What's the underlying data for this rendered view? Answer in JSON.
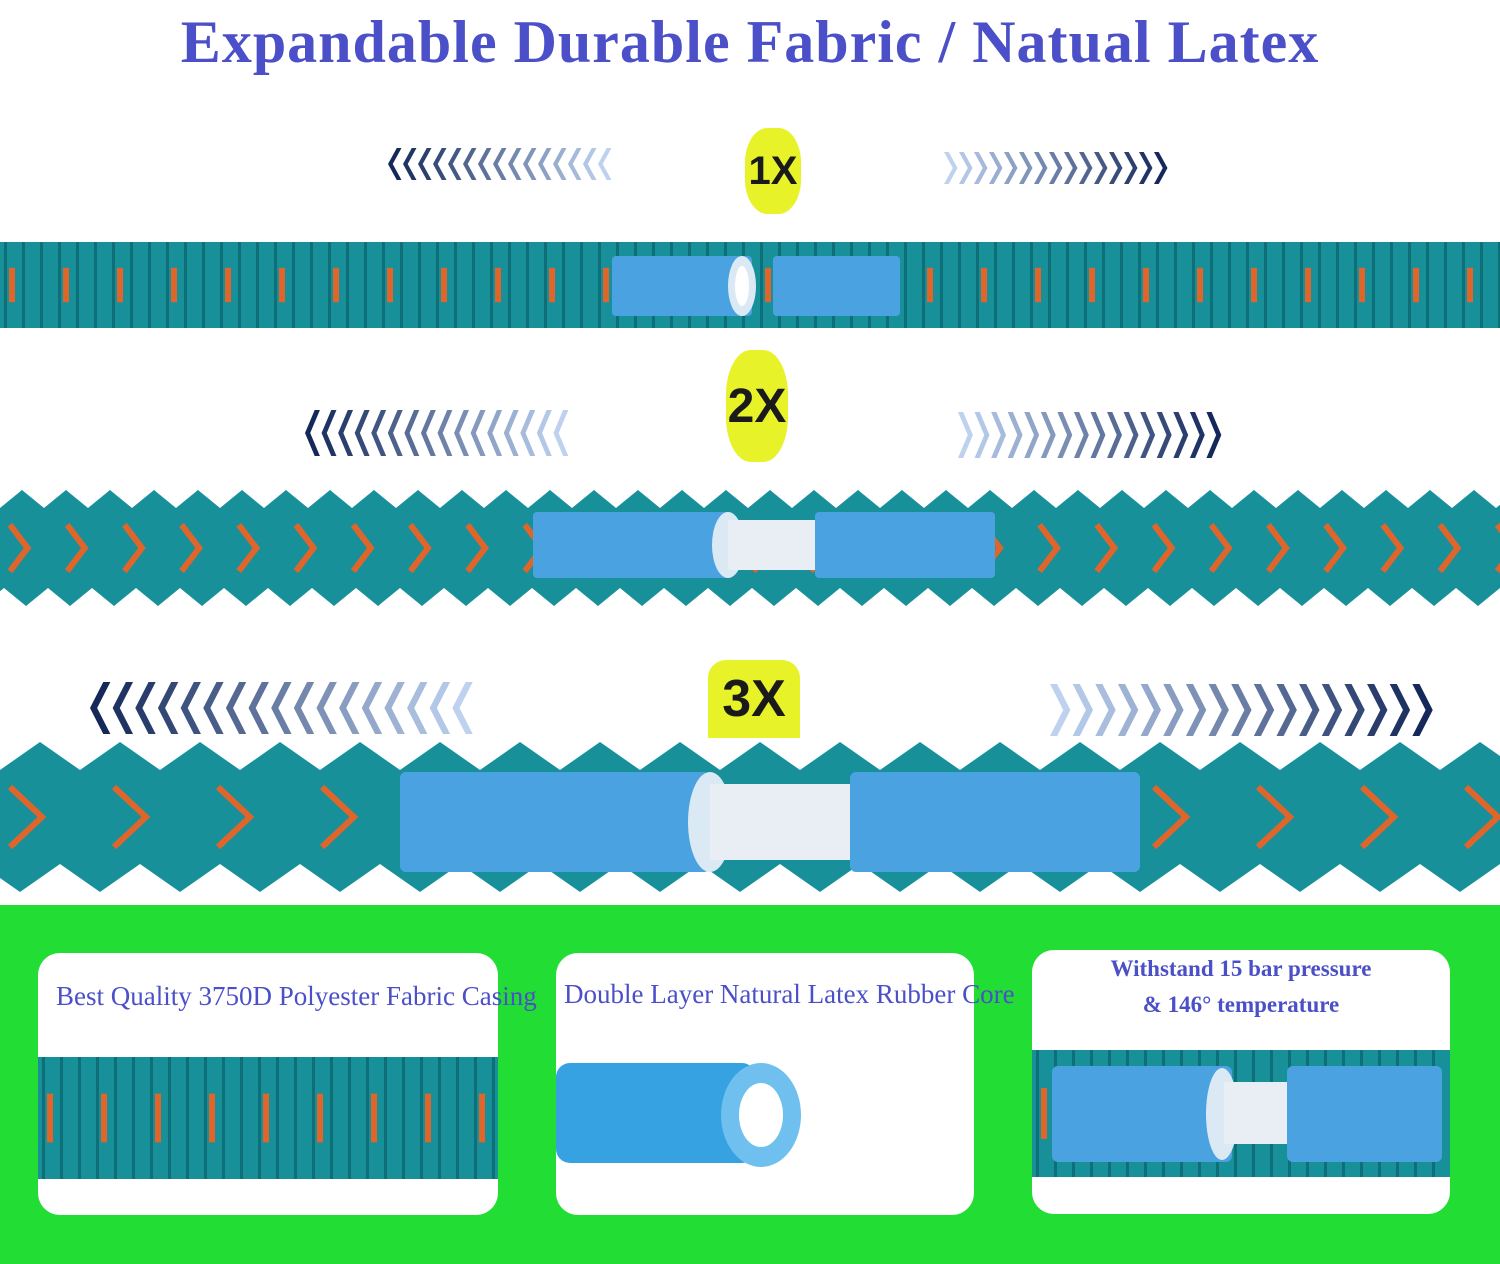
{
  "title": "Expandable Durable Fabric / Natual Latex",
  "stages": [
    {
      "label": "1X"
    },
    {
      "label": "2X"
    },
    {
      "label": "3X"
    }
  ],
  "cards": [
    {
      "caption": "Best Quality 3750D  Polyester Fabric Casing"
    },
    {
      "caption": "Double Layer Natural Latex Rubber Core"
    },
    {
      "caption_line1": "Withstand 15 bar pressure",
      "caption_line2": "& 146° temperature"
    }
  ],
  "colors": {
    "title": "#4b4fc8",
    "badge": "#e8f229",
    "hose_fabric": "#17909a",
    "hose_stripe": "#e0652b",
    "core_tube": "#4aa3e0",
    "panel_green": "#22dd33"
  }
}
